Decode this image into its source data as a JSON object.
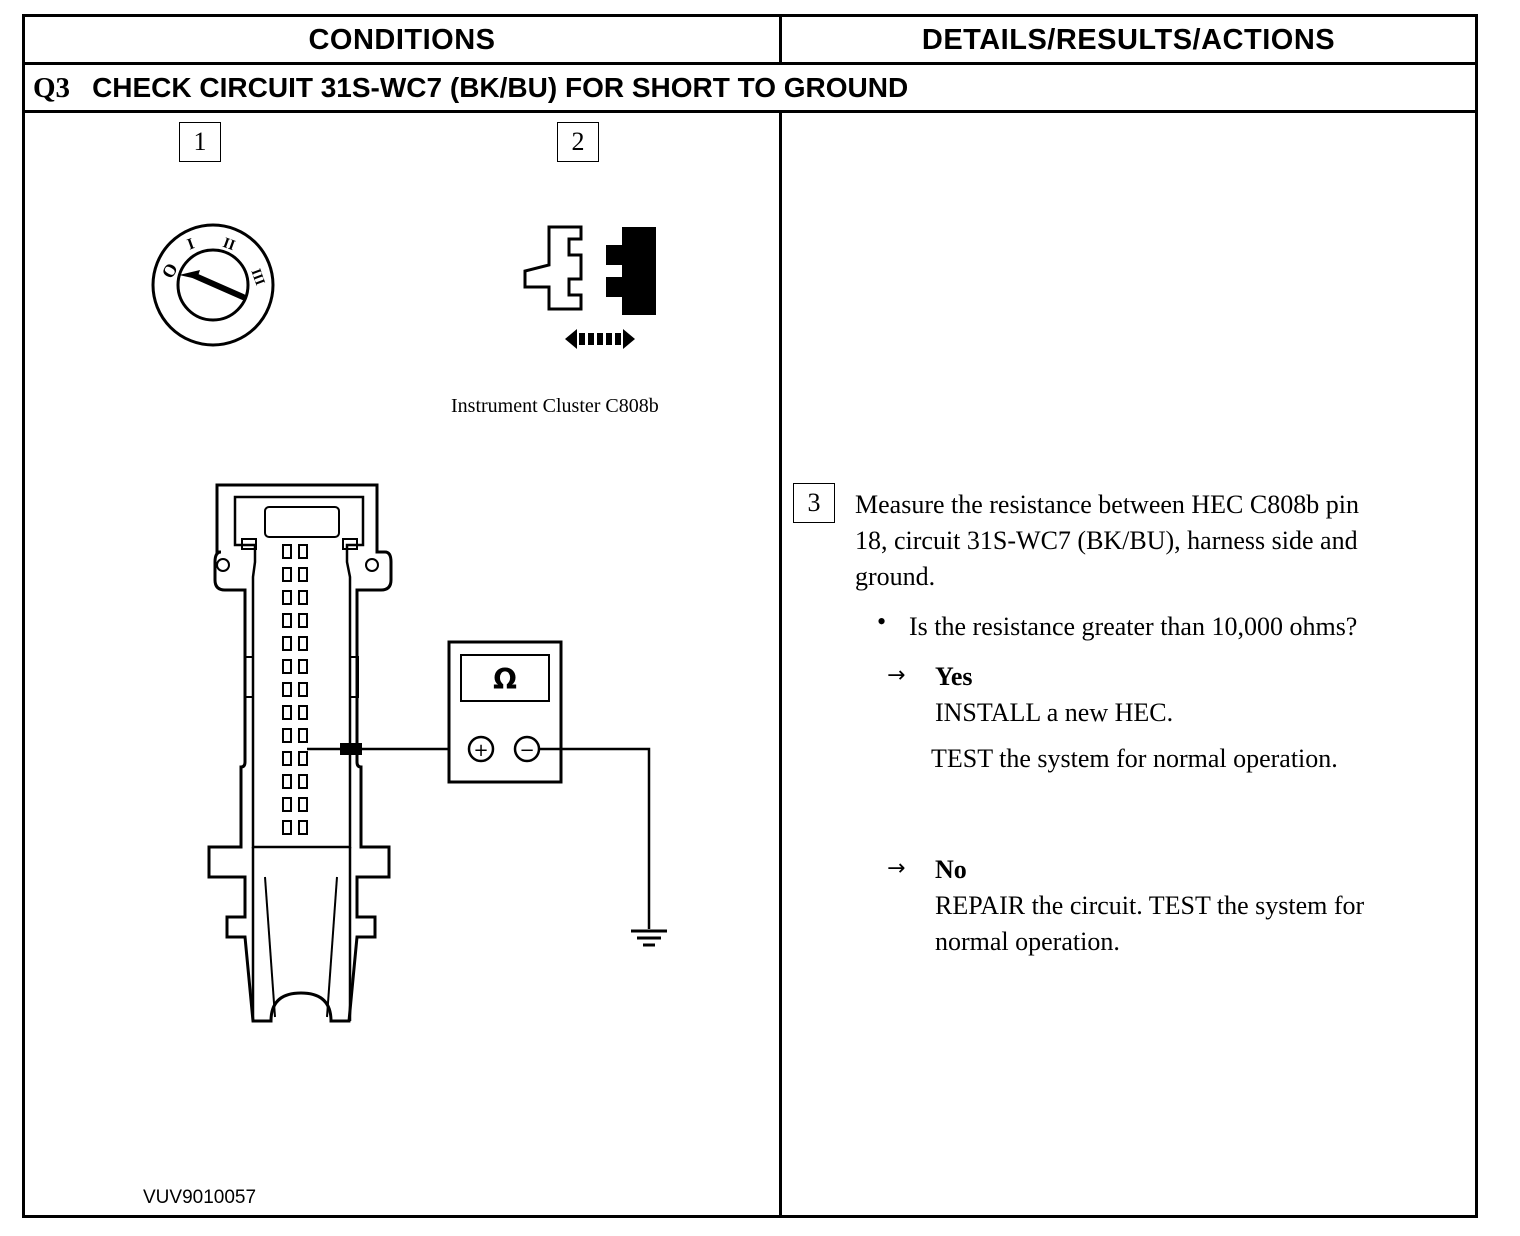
{
  "header": {
    "conditions": "CONDITIONS",
    "details": "DETAILS/RESULTS/ACTIONS"
  },
  "test": {
    "number": "Q3",
    "title": "CHECK CIRCUIT 31S-WC7 (BK/BU) FOR SHORT TO GROUND"
  },
  "left": {
    "step1": "1",
    "step2": "2",
    "connector_label": "Instrument Cluster C808b",
    "meter_symbol": "Ω",
    "meter_plus": "+",
    "meter_minus": "−",
    "ignition_positions": [
      "O",
      "I",
      "II",
      "III"
    ],
    "figure_id": "VUV9010057",
    "icons": [
      "ignition-switch-icon",
      "connector-disconnect-icon",
      "connector-face-icon",
      "ohmmeter-icon",
      "ground-symbol-icon"
    ]
  },
  "right": {
    "step3": "3",
    "instruction_lines": [
      "Measure the resistance between HEC C808b pin",
      "18, circuit 31S-WC7 (BK/BU), harness side and",
      "ground."
    ],
    "question": "Is the resistance greater than 10,000 ohms?",
    "yes_label": "Yes",
    "yes_line1": "INSTALL a new HEC.",
    "yes_line2": "TEST the  system for normal operation.",
    "no_label": "No",
    "no_line1": "REPAIR the circuit. TEST the system for",
    "no_line2": "normal operation."
  }
}
